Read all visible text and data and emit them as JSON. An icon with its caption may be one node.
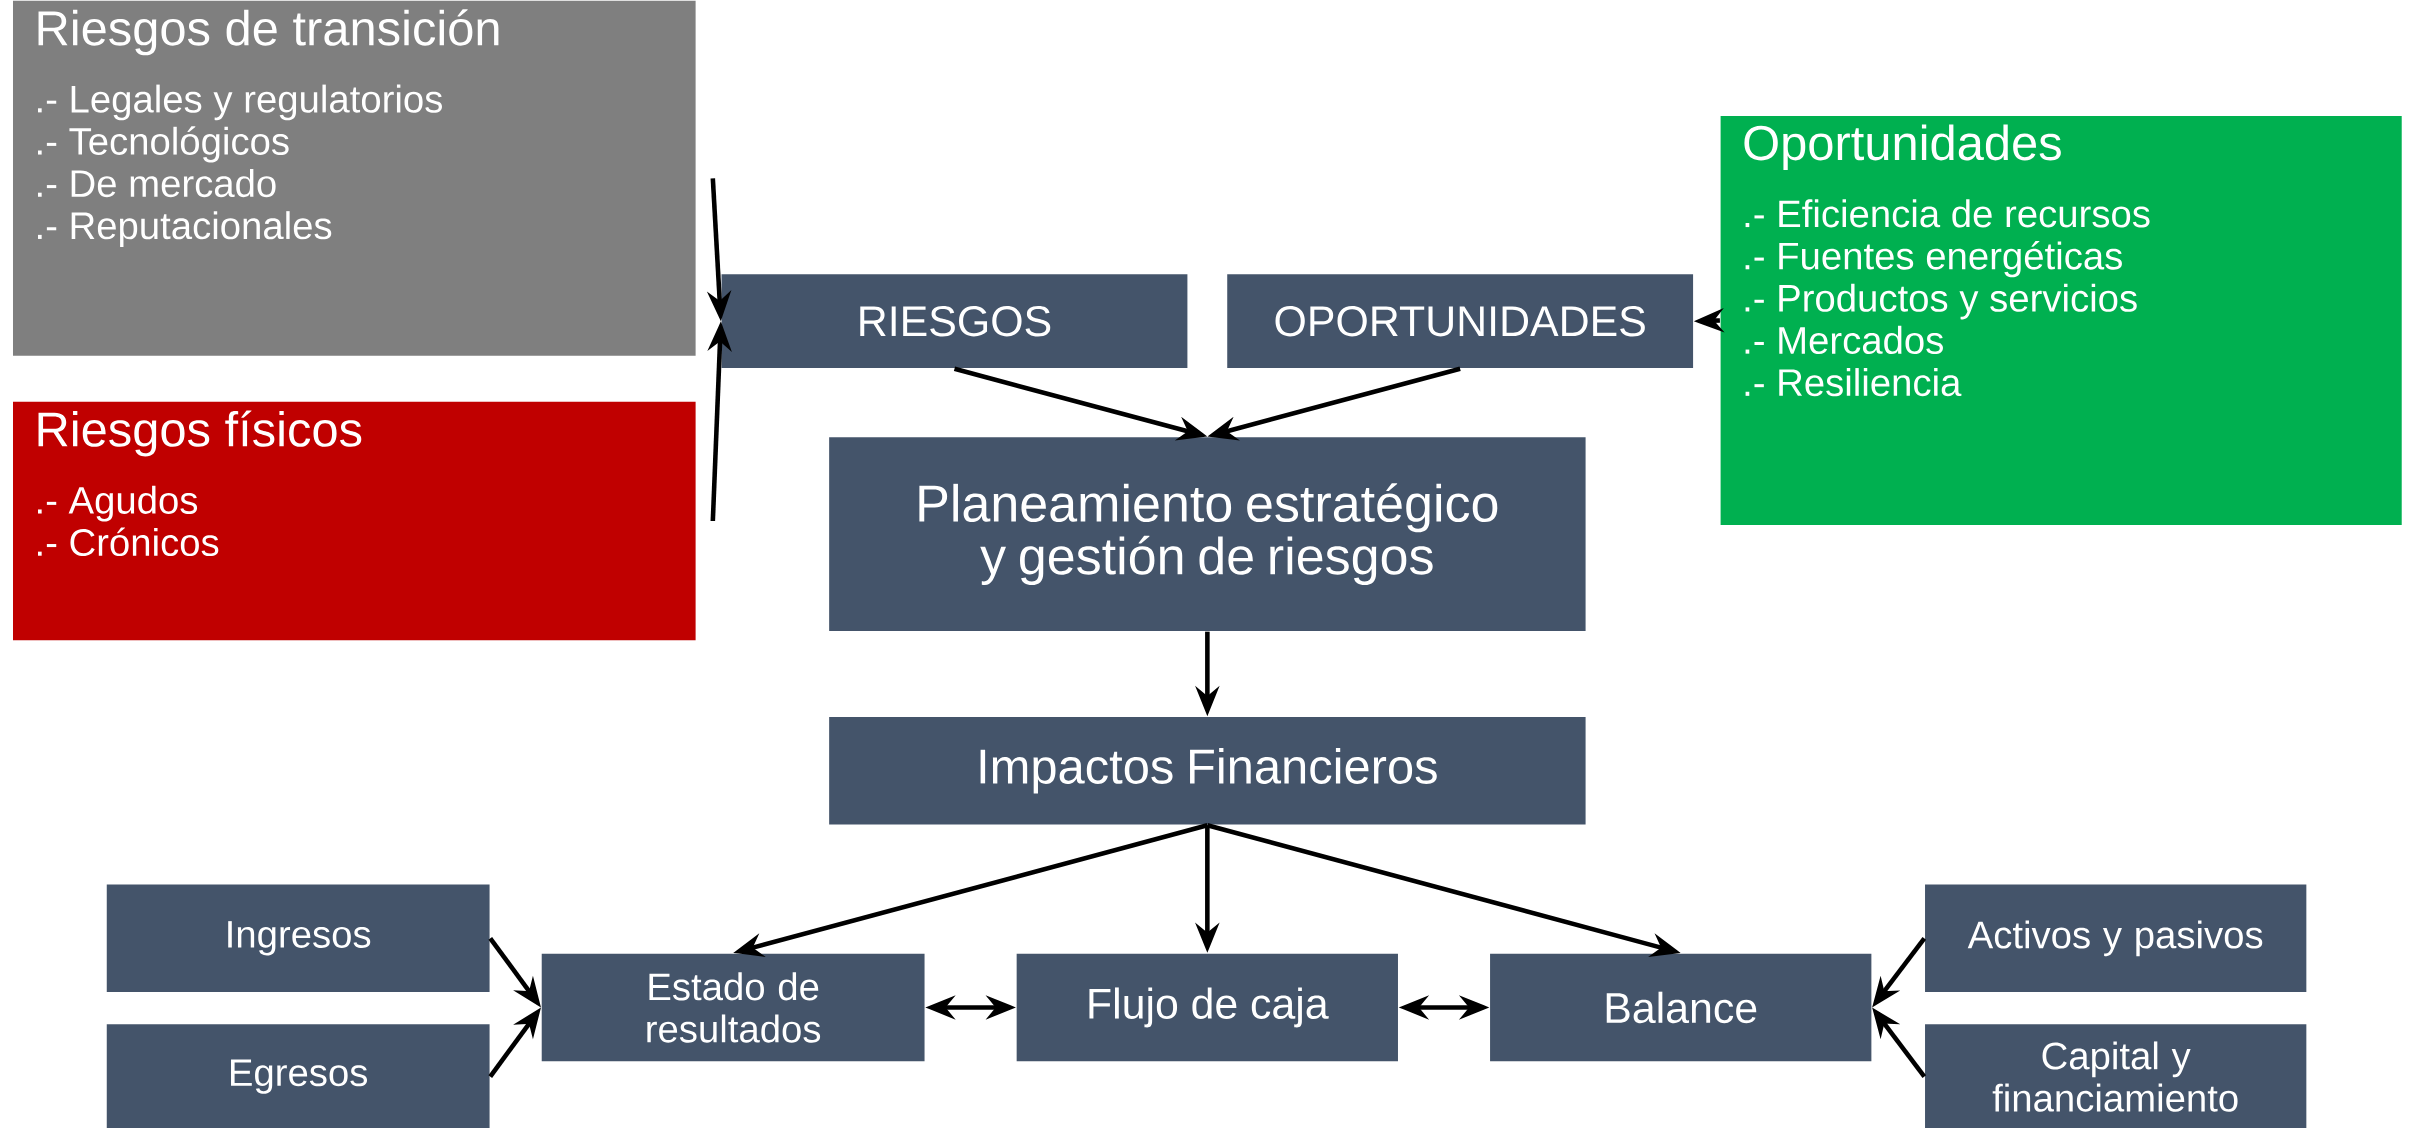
{
  "diagram": {
    "nodes": [
      {
        "text": [
          "Riesgos de transición",
          ".- Legales y regulatorios",
          ".- Tecnológicos",
          ".- De mercado",
          ".- Reputacionales"
        ]
      },
      {
        "text": [
          "Riesgos físicos",
          ".- Agudos",
          ".- Crónicos"
        ]
      },
      {
        "text": [
          "RIESGOS"
        ]
      },
      {
        "text": [
          "OPORTUNIDADES"
        ]
      },
      {
        "text": [
          "Oportunidades",
          ".- Eficiencia de recursos",
          ".- Fuentes energéticas",
          ".- Productos y servicios",
          ".- Mercados",
          ".- Resiliencia"
        ]
      },
      {
        "text": [
          "Planeamiento estratégico y gestión de riesgos"
        ]
      },
      {
        "text": [
          "Impactos Financieros"
        ]
      },
      {
        "text": [
          "Ingresos"
        ]
      },
      {
        "text": [
          "Egresos"
        ]
      },
      {
        "text": [
          "Estado de resultados"
        ]
      },
      {
        "text": [
          "Flujo de caja"
        ]
      },
      {
        "text": [
          "Balance"
        ]
      },
      {
        "text": [
          "Activos y pasivos"
        ]
      },
      {
        "text": [
          "Capital y financiamiento"
        ]
      }
    ],
    "edges": [
      {
        "from": 0,
        "to": 2,
        "arrow": "to"
      },
      {
        "from": 1,
        "to": 2,
        "arrow": "to"
      },
      {
        "from": 4,
        "to": 3,
        "arrow": "to"
      },
      {
        "from": 2,
        "to": 5,
        "arrow": "to"
      },
      {
        "from": 3,
        "to": 5,
        "arrow": "to"
      },
      {
        "from": 5,
        "to": 6,
        "arrow": "to"
      },
      {
        "from": 6,
        "to": 9,
        "arrow": "to"
      },
      {
        "from": 6,
        "to": 10,
        "arrow": "to"
      },
      {
        "from": 6,
        "to": 11,
        "arrow": "to"
      },
      {
        "from": 7,
        "to": 9,
        "arrow": "to"
      },
      {
        "from": 8,
        "to": 9,
        "arrow": "to"
      },
      {
        "from": 9,
        "to": 10,
        "arrow": "both"
      },
      {
        "from": 10,
        "to": 11,
        "arrow": "both"
      },
      {
        "from": 12,
        "to": 11,
        "arrow": "to"
      },
      {
        "from": 13,
        "to": 11,
        "arrow": "to"
      }
    ]
  }
}
